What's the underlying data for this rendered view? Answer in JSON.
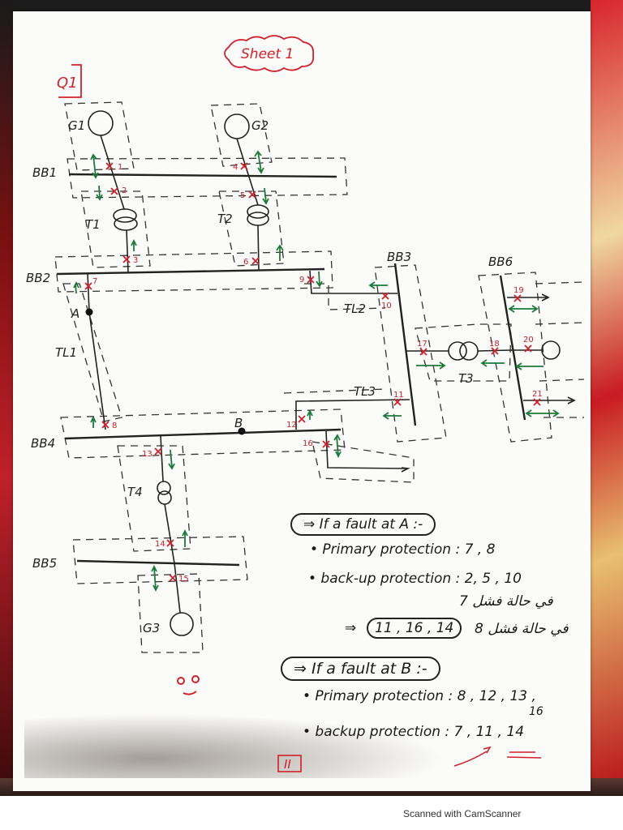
{
  "header": {
    "sheet_title": "Sheet 1",
    "question_label": "Q1"
  },
  "diagram": {
    "busbars": {
      "bb1": "BB1",
      "bb2": "BB2",
      "bb3": "BB3",
      "bb4": "BB4",
      "bb5": "BB5",
      "bb6": "BB6"
    },
    "generators": {
      "g1": "G1",
      "g2": "G2",
      "g3": "G3"
    },
    "transformers": {
      "t1": "T1",
      "t2": "T2",
      "t3": "T3",
      "t4": "T4"
    },
    "lines": {
      "tl1": "TL1",
      "tl2": "TL2",
      "tl3": "TL3"
    },
    "fault_points": {
      "a": "A",
      "b": "B"
    },
    "breakers": {
      "b1": "1",
      "b2": "2",
      "b3": "3",
      "b4": "4",
      "b5": "5",
      "b6": "6",
      "b7": "7",
      "b8": "8",
      "b9": "9",
      "b10": "10",
      "b11": "11",
      "b12": "12",
      "b13": "13",
      "b14": "14",
      "b15": "15",
      "b16": "16",
      "b17": "17",
      "b18": "18",
      "b19": "19",
      "b20": "20",
      "b21": "21"
    },
    "colors": {
      "breaker": "#d0202a",
      "direction_arrow": "#1d7a3a",
      "ink": "#222222"
    }
  },
  "notes": {
    "fault_a_heading": "⇒ If a fault at A :-",
    "fault_a_primary": "• Primary protection : 7 , 8",
    "fault_a_backup": "• back-up protection : 2, 5 , 10",
    "fault_a_backup_note": "في حالة فشل 7",
    "fault_a_backup2_prefix": "⇒",
    "fault_a_backup2": "11 , 16 , 14",
    "fault_a_backup2_note": "في حالة فشل 8",
    "fault_b_heading": "⇒ If a fault at B :-",
    "fault_b_primary": "• Primary protection : 8 , 12 , 13 ,",
    "fault_b_primary_cont": "16",
    "fault_b_backup": "• backup protection : 7 , 11 , 14"
  },
  "page_number": "II",
  "footer": {
    "scanner_label": "Scanned with CamScanner"
  }
}
